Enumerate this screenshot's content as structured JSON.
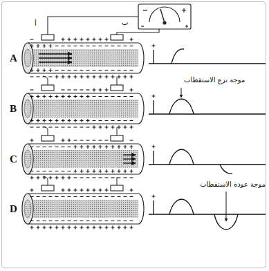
{
  "diagram": {
    "labels": [
      "أ",
      "ب",
      "A",
      "B",
      "موجة نزع الاستقطاب",
      "C",
      "D",
      "موجة عودة الاستقطاب"
    ]
  }
}
